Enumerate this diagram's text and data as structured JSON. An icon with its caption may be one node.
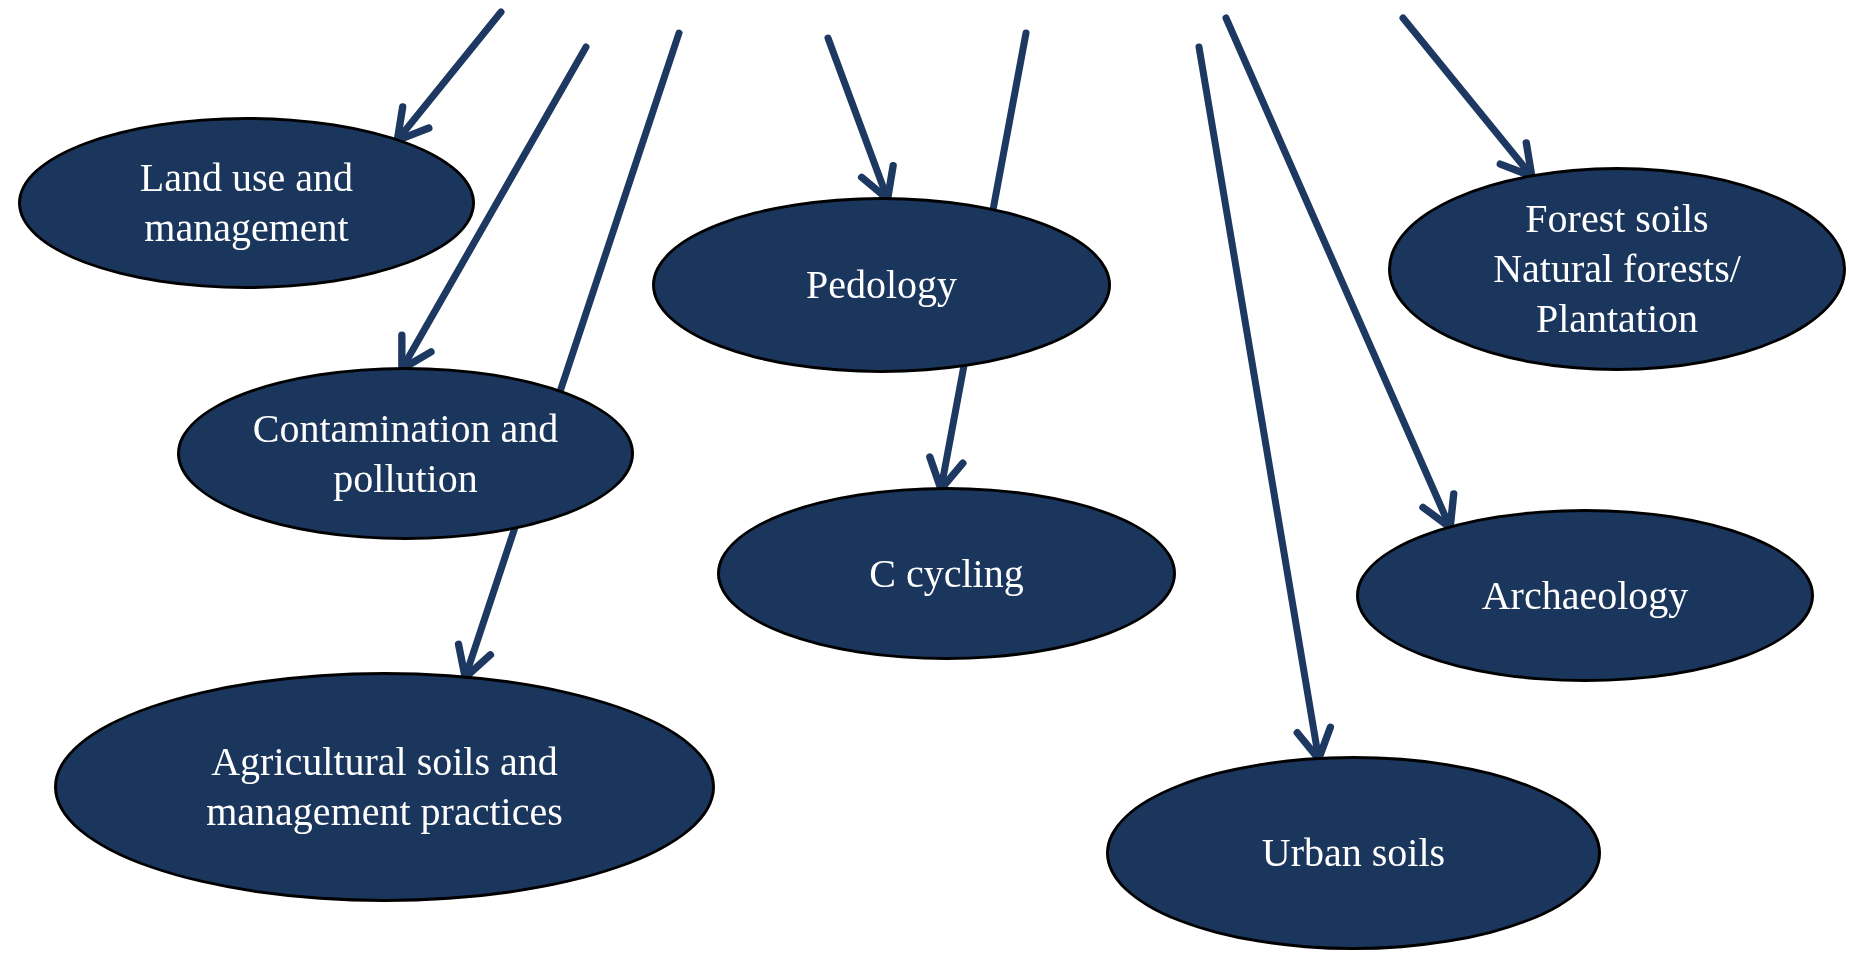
{
  "diagram": {
    "nodes": [
      {
        "text": [
          "Land use and management"
        ]
      },
      {
        "text": [
          "Contamination and pollution"
        ]
      },
      {
        "text": [
          "Agricultural soils and management practices"
        ]
      },
      {
        "text": [
          "Pedology"
        ]
      },
      {
        "text": [
          "C cycling"
        ]
      },
      {
        "text": [
          "Urban soils"
        ]
      },
      {
        "text": [
          "Archaeology"
        ]
      },
      {
        "text": [
          "Forest soils",
          "Natural forests/ Plantation"
        ]
      }
    ],
    "edges": [
      {
        "from": null,
        "to": 0,
        "arrow": "to"
      },
      {
        "from": null,
        "to": 1,
        "arrow": "to"
      },
      {
        "from": null,
        "to": 2,
        "arrow": "to"
      },
      {
        "from": null,
        "to": 3,
        "arrow": "to"
      },
      {
        "from": null,
        "to": 4,
        "arrow": "to"
      },
      {
        "from": null,
        "to": 5,
        "arrow": "to"
      },
      {
        "from": null,
        "to": 6,
        "arrow": "to"
      },
      {
        "from": null,
        "to": 7,
        "arrow": "to"
      }
    ]
  }
}
